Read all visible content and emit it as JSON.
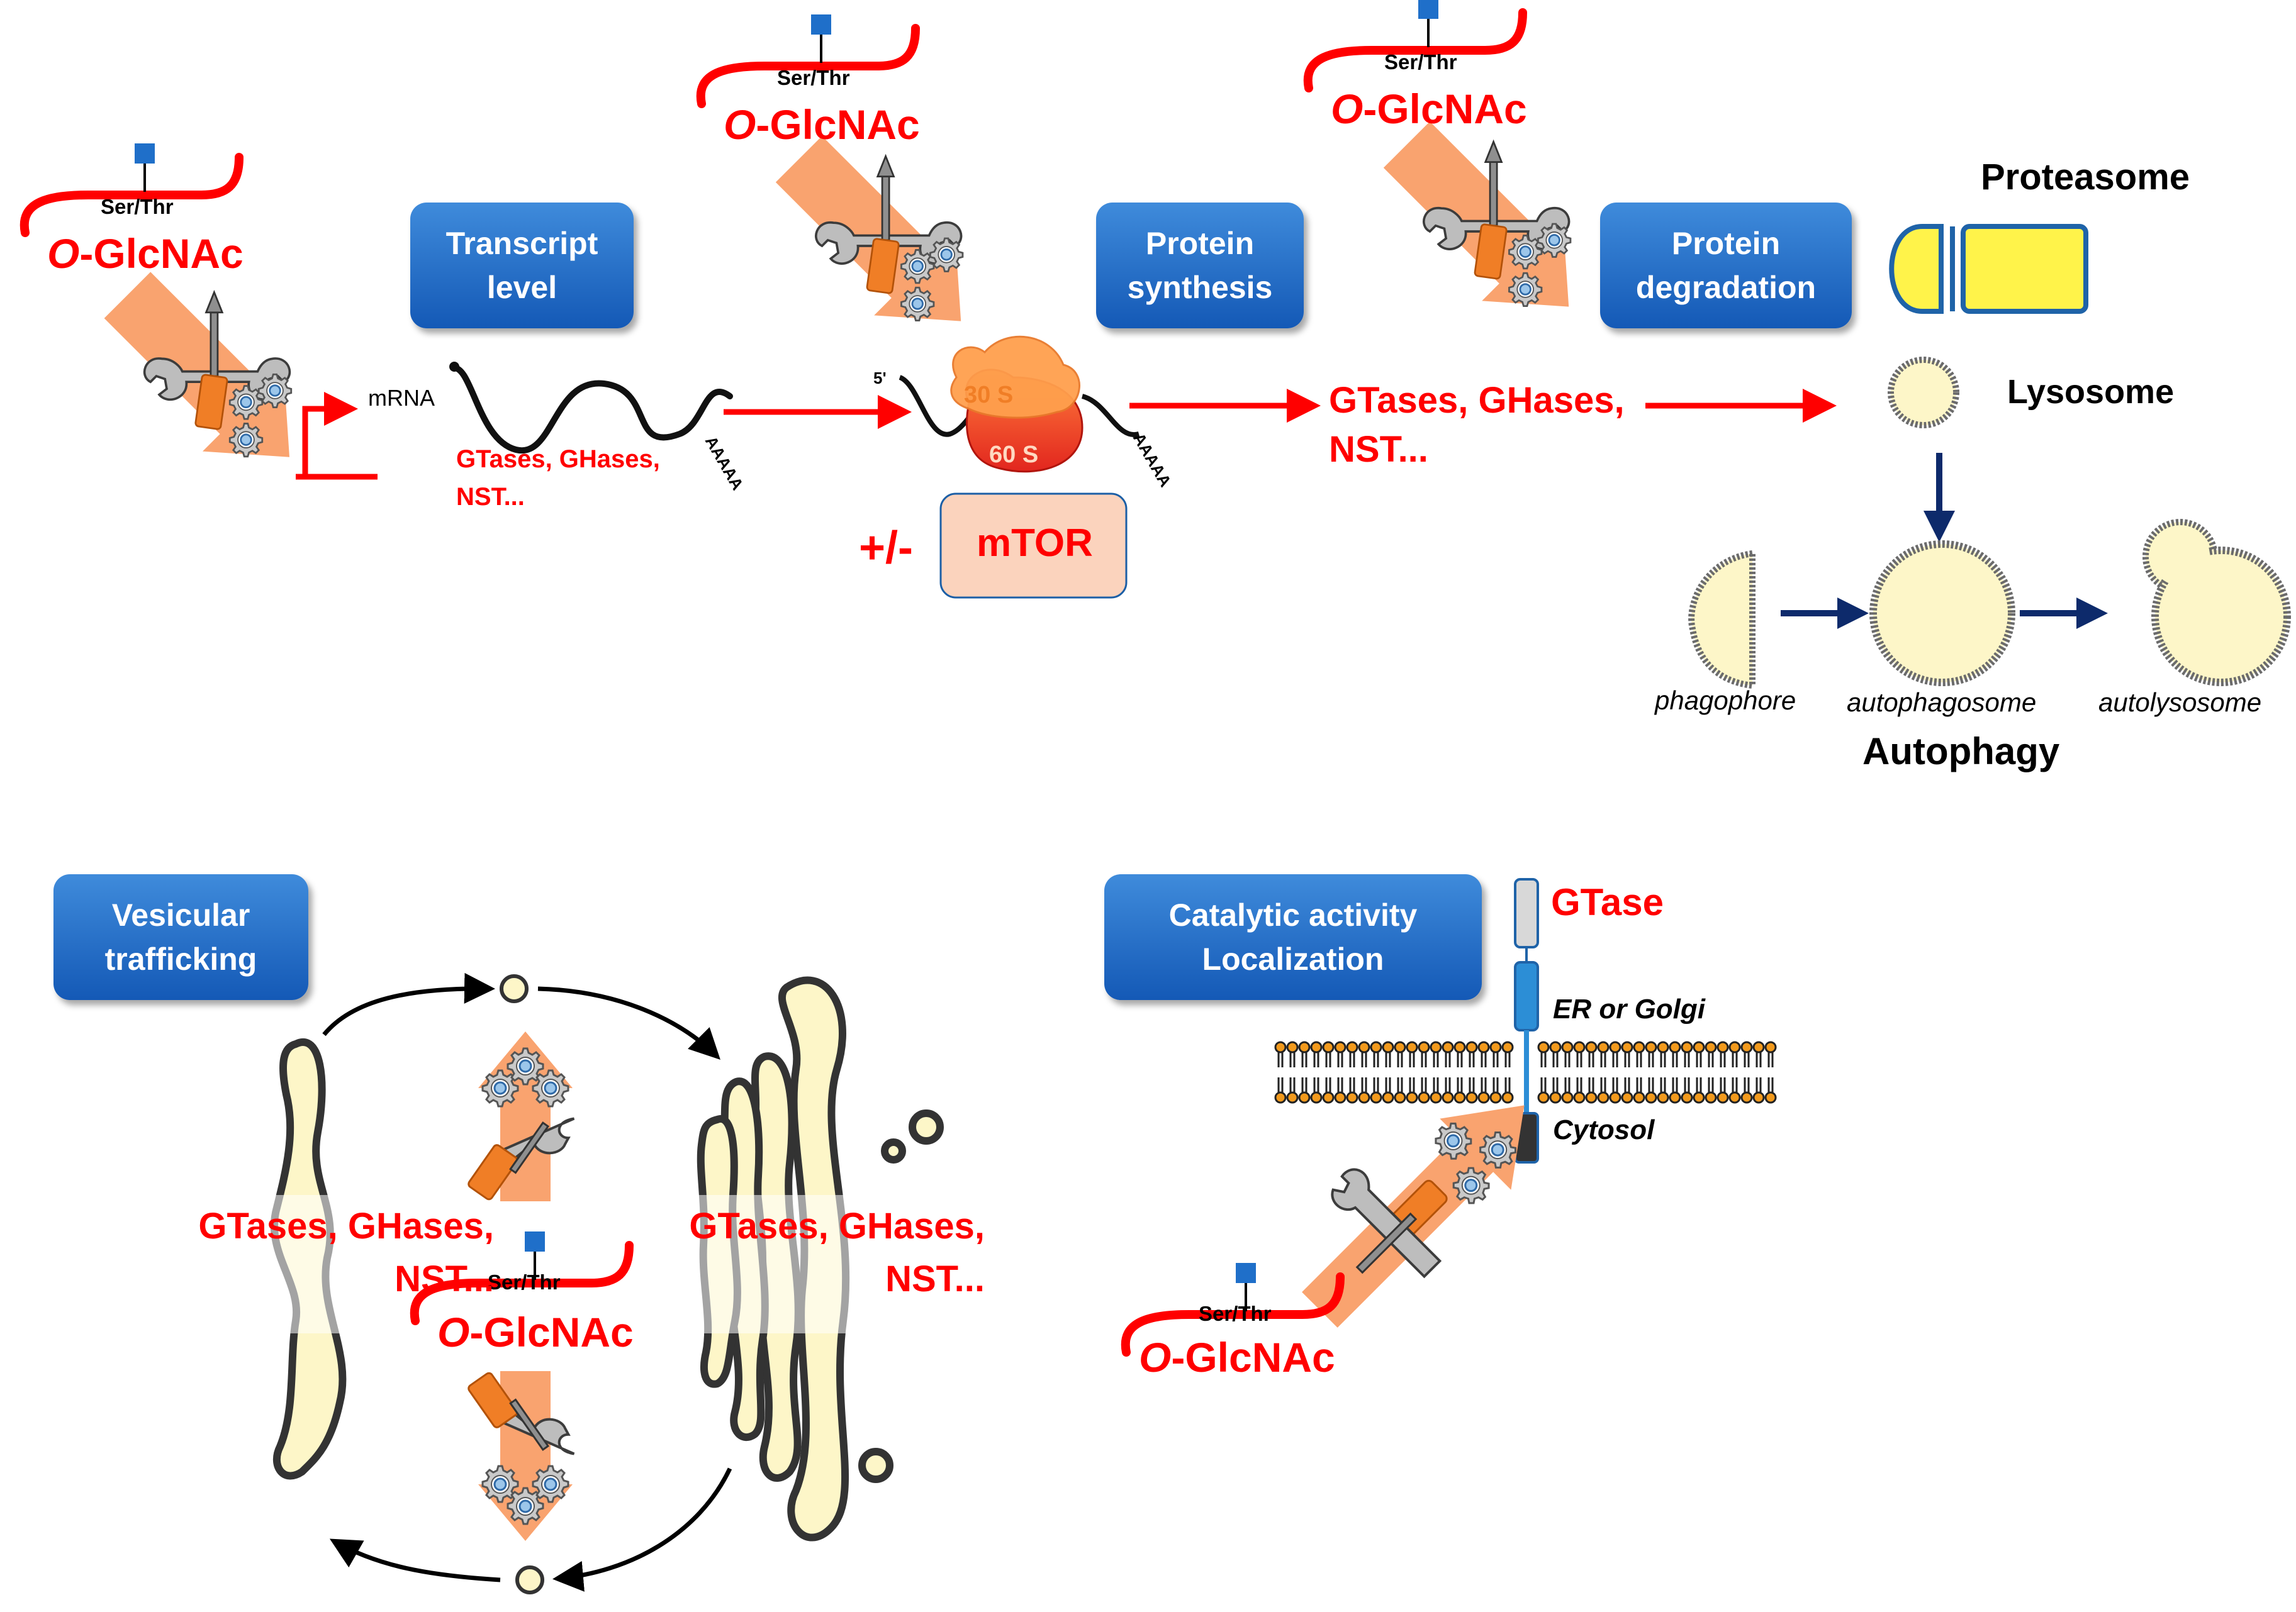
{
  "ser_thr": "Ser/Thr",
  "o_glcnac_prefix": "O",
  "o_glcnac_suffix": "-GlcNAc",
  "buttons": {
    "transcript": [
      "Transcript",
      "level"
    ],
    "protein_synthesis": [
      "Protein",
      "synthesis"
    ],
    "protein_degradation": [
      "Protein",
      "degradation"
    ],
    "vesicular": [
      "Vesicular",
      "trafficking"
    ],
    "catalytic": [
      "Catalytic activity",
      "Localization"
    ]
  },
  "transcript": {
    "mrna": "mRNA",
    "polya": "AAAAA",
    "enzymes_line1": "GTases, GHases,",
    "enzymes_line2": "NST..."
  },
  "ribosome": {
    "five_prime": "5'",
    "small": "30 S",
    "large": "60 S",
    "polya": "AAAAA"
  },
  "mtor": {
    "sign": "+/-",
    "label": "mTOR"
  },
  "synthesis_enzymes": {
    "line1": "GTases, GHases,",
    "line2": "NST..."
  },
  "degradation": {
    "proteasome": "Proteasome",
    "lysosome": "Lysosome",
    "phagophore": "phagophore",
    "autophagosome": "autophagosome",
    "autolysosome": "autolysosome",
    "autophagy": "Autophagy"
  },
  "vesicle_enzymes_left": {
    "line1": "GTases, GHases,",
    "line2": "NST..."
  },
  "vesicle_enzymes_right": {
    "line1": "GTases, GHases,",
    "line2": "NST..."
  },
  "membrane": {
    "gtase": "GTase",
    "er_golgi": "ER or Golgi",
    "cytosol": "Cytosol"
  },
  "colors": {
    "red": "#ff0000",
    "blue_button": "#1c62c0",
    "orange_arrow": "#f9a36f",
    "vesicle_fill": "#fdf6c8",
    "proteasome_fill": "#fff34a",
    "navy_arrow": "#0d2a6b",
    "mtor_fill": "#fbd3bd"
  }
}
